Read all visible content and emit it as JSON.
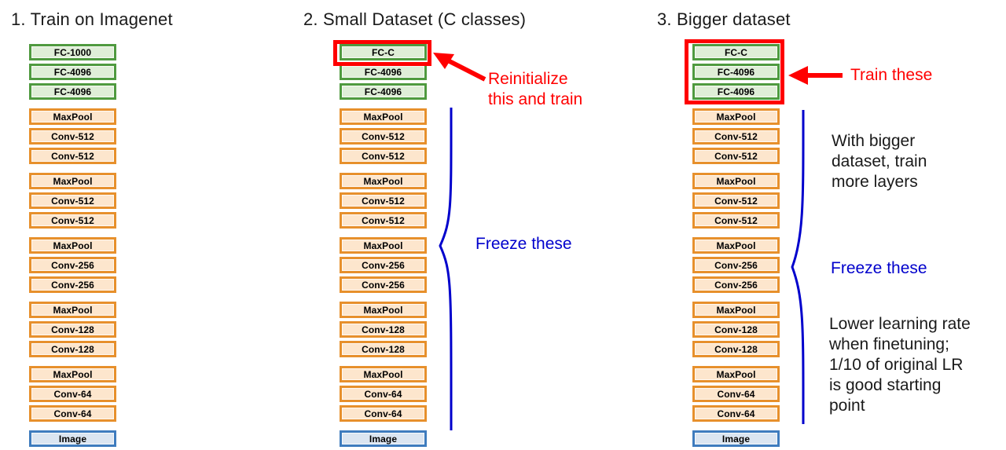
{
  "columns": [
    {
      "id": "col-1",
      "title": "1. Train on Imagenet",
      "groups": [
        {
          "kind": "fc",
          "layers": [
            "FC-1000",
            "FC-4096",
            "FC-4096"
          ]
        },
        {
          "kind": "conv",
          "layers": [
            "MaxPool",
            "Conv-512",
            "Conv-512"
          ]
        },
        {
          "kind": "conv",
          "layers": [
            "MaxPool",
            "Conv-512",
            "Conv-512"
          ]
        },
        {
          "kind": "conv",
          "layers": [
            "MaxPool",
            "Conv-256",
            "Conv-256"
          ]
        },
        {
          "kind": "conv",
          "layers": [
            "MaxPool",
            "Conv-128",
            "Conv-128"
          ]
        },
        {
          "kind": "conv",
          "layers": [
            "MaxPool",
            "Conv-64",
            "Conv-64"
          ]
        },
        {
          "kind": "image",
          "layers": [
            "Image"
          ]
        }
      ]
    },
    {
      "id": "col-2",
      "title": "2. Small Dataset (C classes)",
      "groups": [
        {
          "kind": "fc",
          "layers": [
            "FC-C",
            "FC-4096",
            "FC-4096"
          ]
        },
        {
          "kind": "conv",
          "layers": [
            "MaxPool",
            "Conv-512",
            "Conv-512"
          ]
        },
        {
          "kind": "conv",
          "layers": [
            "MaxPool",
            "Conv-512",
            "Conv-512"
          ]
        },
        {
          "kind": "conv",
          "layers": [
            "MaxPool",
            "Conv-256",
            "Conv-256"
          ]
        },
        {
          "kind": "conv",
          "layers": [
            "MaxPool",
            "Conv-128",
            "Conv-128"
          ]
        },
        {
          "kind": "conv",
          "layers": [
            "MaxPool",
            "Conv-64",
            "Conv-64"
          ]
        },
        {
          "kind": "image",
          "layers": [
            "Image"
          ]
        }
      ]
    },
    {
      "id": "col-3",
      "title": "3. Bigger dataset",
      "groups": [
        {
          "kind": "fc",
          "layers": [
            "FC-C",
            "FC-4096",
            "FC-4096"
          ]
        },
        {
          "kind": "conv",
          "layers": [
            "MaxPool",
            "Conv-512",
            "Conv-512"
          ]
        },
        {
          "kind": "conv",
          "layers": [
            "MaxPool",
            "Conv-512",
            "Conv-512"
          ]
        },
        {
          "kind": "conv",
          "layers": [
            "MaxPool",
            "Conv-256",
            "Conv-256"
          ]
        },
        {
          "kind": "conv",
          "layers": [
            "MaxPool",
            "Conv-128",
            "Conv-128"
          ]
        },
        {
          "kind": "conv",
          "layers": [
            "MaxPool",
            "Conv-64",
            "Conv-64"
          ]
        },
        {
          "kind": "image",
          "layers": [
            "Image"
          ]
        }
      ]
    }
  ],
  "annotations": {
    "reinitialize": "Reinitialize\nthis and train",
    "freeze_col2": "Freeze these",
    "train_these": "Train these",
    "bigger_dataset": "With bigger\ndataset, train\nmore layers",
    "freeze_col3": "Freeze these",
    "lower_lr": "Lower learning rate\nwhen finetuning;\n1/10 of original LR\nis good starting\npoint"
  },
  "colors": {
    "fc_border": "#4f9a3f",
    "fc_fill": "#dfeed7",
    "conv_border": "#e7902c",
    "conv_fill": "#fde6cd",
    "image_border": "#3f7cbe",
    "image_fill": "#dbe5f1",
    "highlight": "#ff0000",
    "brace": "#0000cc",
    "text": "#1a1a1a"
  }
}
